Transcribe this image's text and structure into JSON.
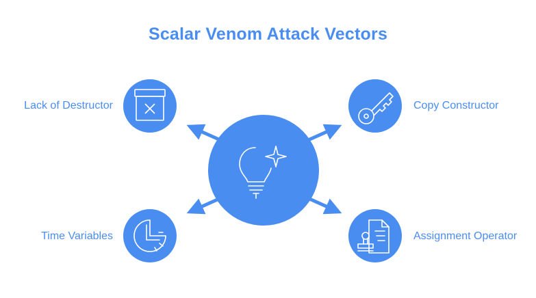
{
  "title": "Scalar Venom Attack Vectors",
  "center": {
    "icon": "lightbulb-sparkle-icon"
  },
  "vectors": [
    {
      "label": "Lack of Destructor",
      "icon": "box-x-icon"
    },
    {
      "label": "Copy Constructor",
      "icon": "key-icon"
    },
    {
      "label": "Time Variables",
      "icon": "gauge-icon"
    },
    {
      "label": "Assignment Operator",
      "icon": "stamp-document-icon"
    }
  ],
  "colors": {
    "accent": "#4a8df0",
    "background": "#ffffff",
    "icon_stroke": "#ffffff"
  }
}
